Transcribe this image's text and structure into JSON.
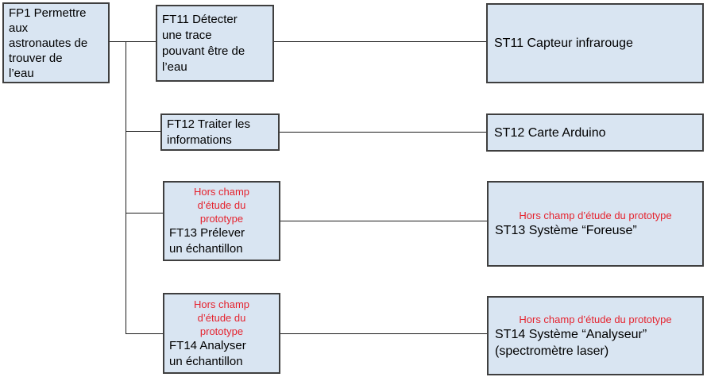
{
  "diagram": {
    "kind": "function-analysis-diagram",
    "colors": {
      "background": "#ffffff",
      "box_fill": "#d9e5f2",
      "box_border": "#3f3f3f",
      "text": "#000000",
      "note_red": "#e5232e",
      "line": "#1c1c1c"
    },
    "root": {
      "id": "FP1",
      "label": "FP1 Permettre\naux\nastronautes de\ntrouver de\nl’eau"
    },
    "rows": [
      {
        "function": {
          "id": "FT11",
          "note": "",
          "label": "FT11 Détecter\nune trace\npouvant être de\nl’eau"
        },
        "solution": {
          "id": "ST11",
          "note": "",
          "label": "ST11 Capteur infrarouge"
        }
      },
      {
        "function": {
          "id": "FT12",
          "note": "",
          "label": "FT12 Traiter les\ninformations"
        },
        "solution": {
          "id": "ST12",
          "note": "",
          "label": "ST12 Carte Arduino"
        }
      },
      {
        "function": {
          "id": "FT13",
          "note": "Hors champ\nd’étude du\nprototype",
          "label": "FT13 Prélever\nun échantillon"
        },
        "solution": {
          "id": "ST13",
          "note": "Hors champ d’étude du prototype",
          "label": "ST13 Système “Foreuse”"
        }
      },
      {
        "function": {
          "id": "FT14",
          "note": "Hors champ\nd’étude du\nprototype",
          "label": "FT14 Analyser\nun échantillon"
        },
        "solution": {
          "id": "ST14",
          "note": "Hors champ d’étude du prototype",
          "label": "ST14 Système “Analyseur”\n(spectromètre laser)"
        }
      }
    ]
  }
}
